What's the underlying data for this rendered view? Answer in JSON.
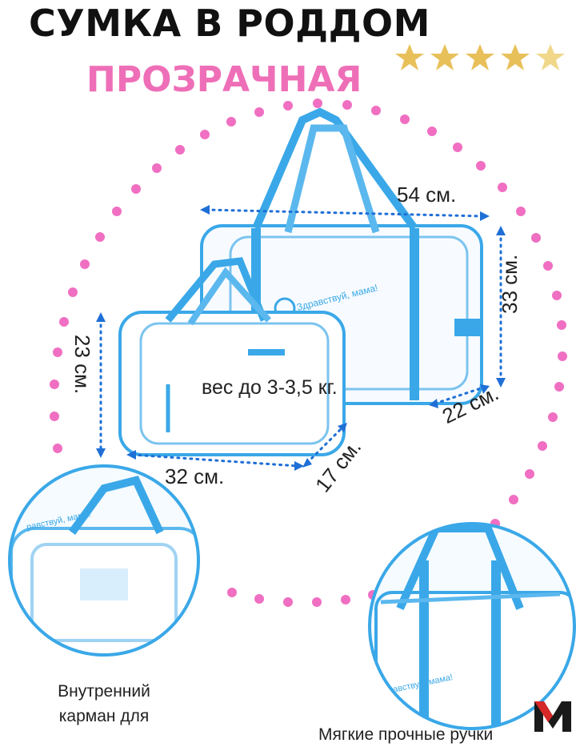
{
  "title": "СУМКА В РОДДОМ",
  "subtitle": "ПРОЗРАЧНАЯ",
  "rating_stars": 5,
  "colors": {
    "accent_pink": "#ee6fb7",
    "dots_pink": "#f06fc2",
    "bag_blue": "#3aa8e8",
    "dim_blue": "#1f6fd6",
    "star_gold": "#e8c05a"
  },
  "dimensions": {
    "large_width": "54 см.",
    "large_height": "33 см.",
    "large_depth": "22 см.",
    "small_height": "23 см.",
    "small_width": "32 см.",
    "small_depth": "17 см."
  },
  "weight_note": "вес до 3-3,5 кг.",
  "brand_text": "Здравствуй, мама!",
  "brand_text_crop": "равствуй, мама!",
  "captions": {
    "left_line1": "Внутренний",
    "left_line2": "карман для",
    "right": "Мягкие прочные ручки"
  }
}
